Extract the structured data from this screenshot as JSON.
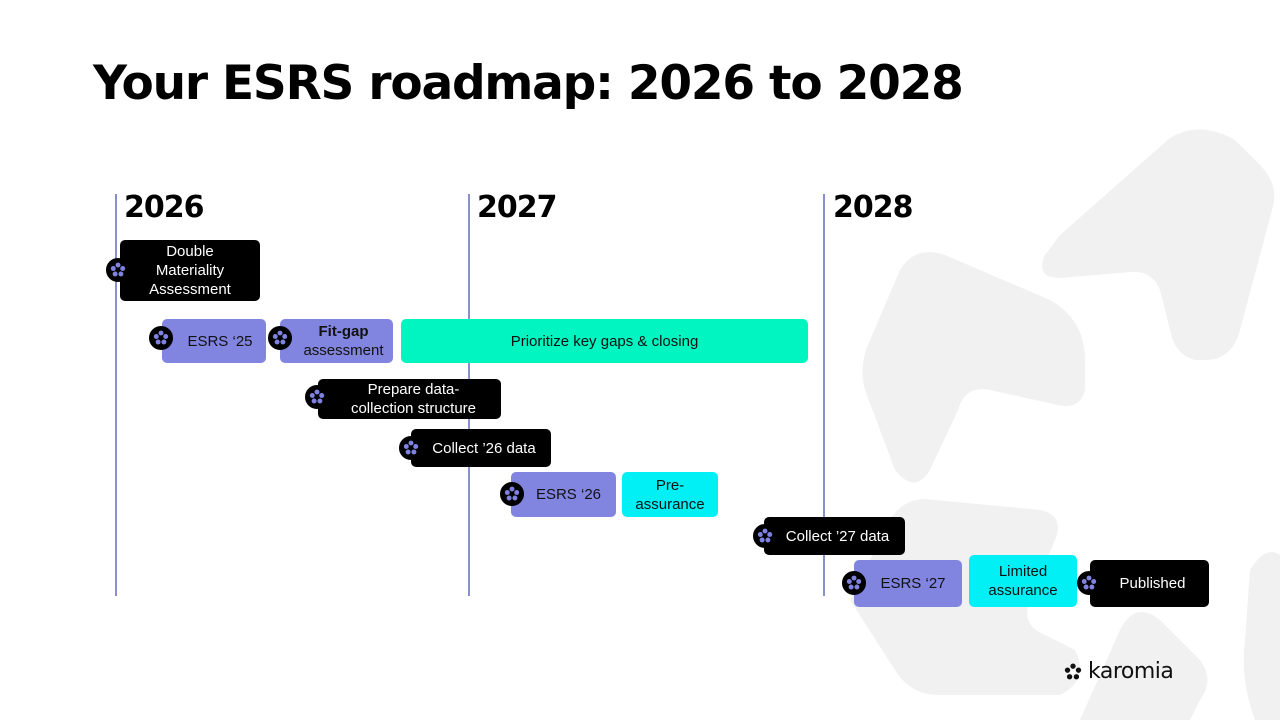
{
  "title": "Your ESRS roadmap: 2026 to 2028",
  "years": [
    "2026",
    "2027",
    "2028"
  ],
  "tasks": {
    "double_materiality": [
      "Double",
      "Materiality",
      "Assessment"
    ],
    "esrs25": "ESRS ‘25",
    "fit_gap": [
      "Fit-gap",
      "assessment"
    ],
    "prioritize": "Prioritize key gaps & closing",
    "prepare_data": [
      "Prepare data-",
      "collection structure"
    ],
    "collect26": "Collect ’26 data",
    "esrs26": "ESRS ‘26",
    "pre_assurance": [
      "Pre-",
      "assurance"
    ],
    "collect27": "Collect ’27 data",
    "esrs27": "ESRS ‘27",
    "limited_assurance": [
      "Limited",
      "assurance"
    ],
    "published": "Published"
  },
  "logo": {
    "text": "karomia"
  },
  "colors": {
    "black_bar": "#000000",
    "purple_bar": "#8285e0",
    "cyan_bar": "#00f0f5",
    "green_bar": "#00f5c0",
    "year_line": "#8a8fce"
  }
}
